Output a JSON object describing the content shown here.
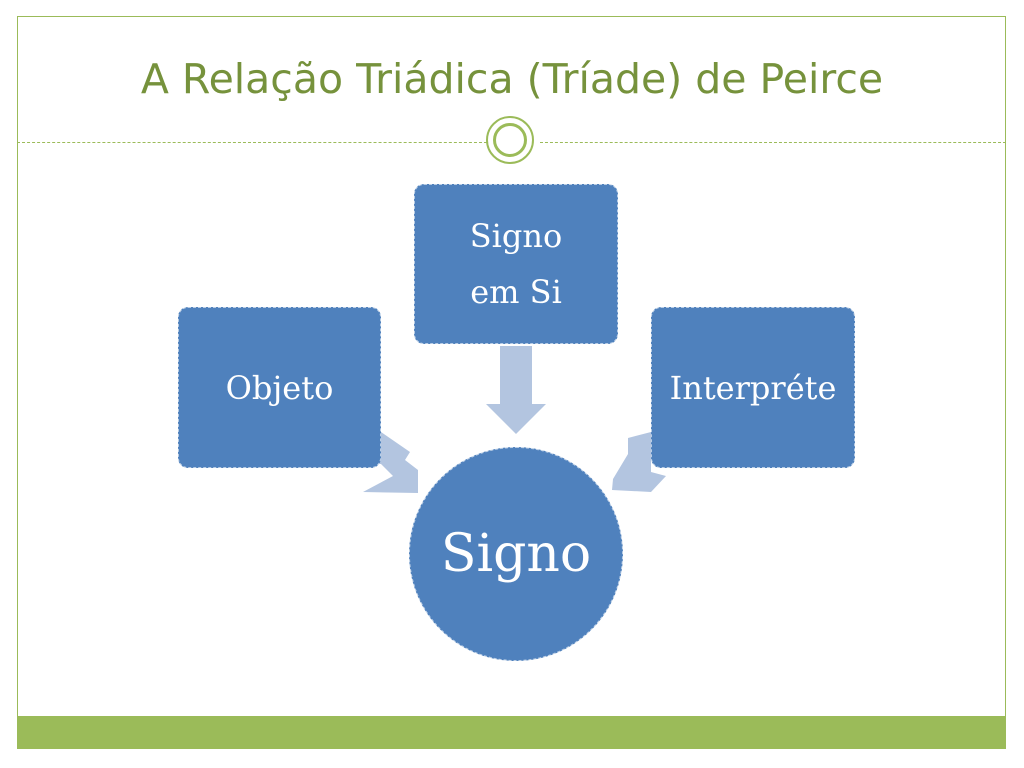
{
  "slide": {
    "title": "A Relação Triádica (Tríade) de Peirce"
  },
  "diagram": {
    "top_node": {
      "line1": "Signo",
      "line2": "em Si"
    },
    "left_node": {
      "label": "Objeto"
    },
    "right_node": {
      "label": "Interpréte"
    },
    "center_node": {
      "label": "Signo"
    }
  },
  "colors": {
    "accent_green": "#9bbb59",
    "title_green": "#76923c",
    "node_blue": "#4f81bd",
    "arrow_light_blue": "#b3c5e0"
  }
}
